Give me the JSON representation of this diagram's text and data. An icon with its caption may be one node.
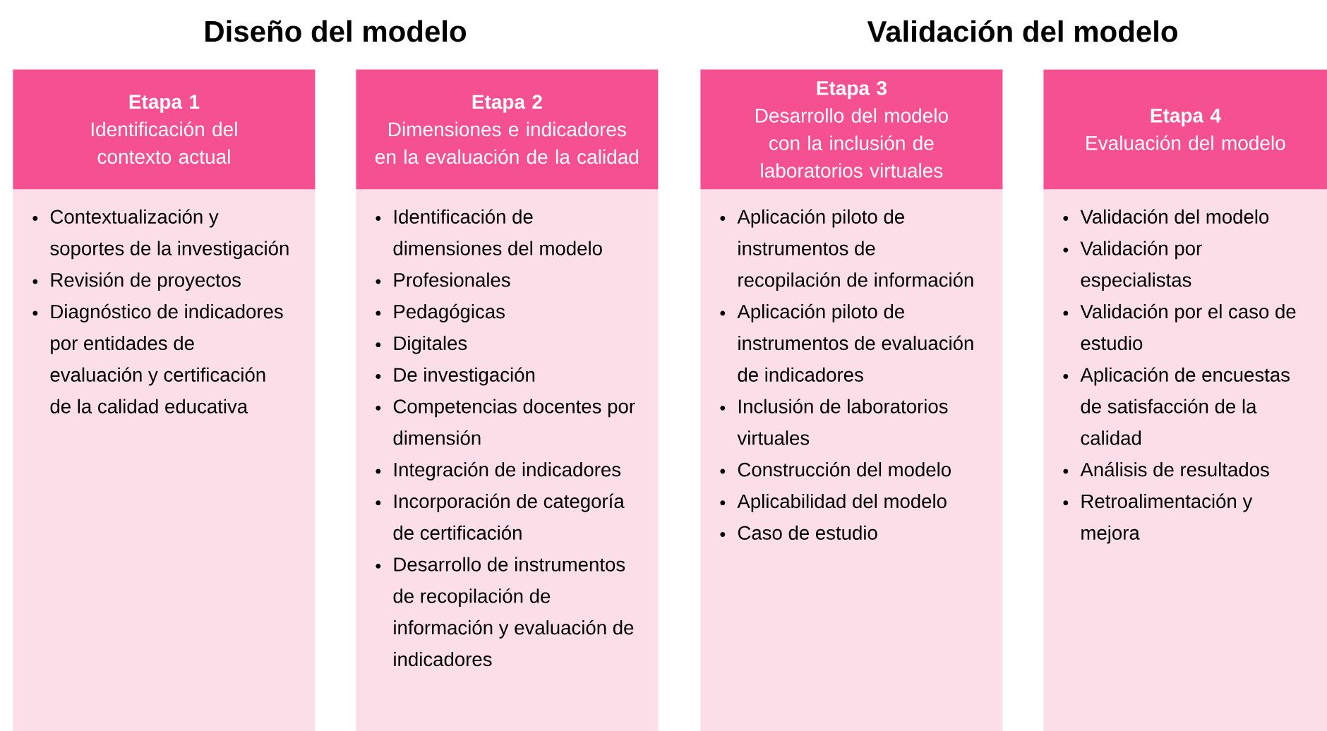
{
  "diagram": {
    "nodes": [
      {
        "text": [
          "Etapa 1",
          "Identificación del contexto actual"
        ]
      },
      {
        "text": [
          "Contextualización y soportes de la investigación",
          "Revisión de proyectos",
          "Diagnóstico de indicadores por entidades de evaluación y certificación de la calidad educativa"
        ]
      },
      {
        "text": [
          "Etapa 2",
          "Dimensiones e indicadores en la evaluación de la calidad"
        ]
      },
      {
        "text": [
          "Identificación de dimensiones del modelo",
          "Profesionales",
          "Pedagógicas",
          "Digitales",
          "De investigación",
          "Competencias docentes por dimensión",
          "Integración de indicadores",
          "Incorporación de categoría de certificación",
          "Desarrollo de instrumentos de recopilación de información y evaluación de indicadores"
        ]
      },
      {
        "text": [
          "Etapa 3",
          "Desarrollo del modelo con la inclusión de laboratorios virtuales"
        ]
      },
      {
        "text": [
          "Aplicación piloto de instrumentos de recopilación de información",
          "Aplicación piloto de instrumentos de evaluación de indicadores",
          "Inclusión de laboratorios virtuales",
          "Construcción del modelo",
          "Aplicabilidad del modelo",
          "Caso de estudio"
        ]
      },
      {
        "text": [
          "Etapa 4",
          "Evaluación del modelo"
        ]
      },
      {
        "text": [
          "Validación del modelo",
          "Validación por especialistas",
          "Validación por el caso de estudio",
          "Aplicación de encuestas de satisfacción de la calidad",
          "Análisis de resultados",
          "Retroalimentación y mejora"
        ]
      }
    ],
    "labels": [
      "Diseño del modelo",
      "Validación del modelo"
    ]
  }
}
